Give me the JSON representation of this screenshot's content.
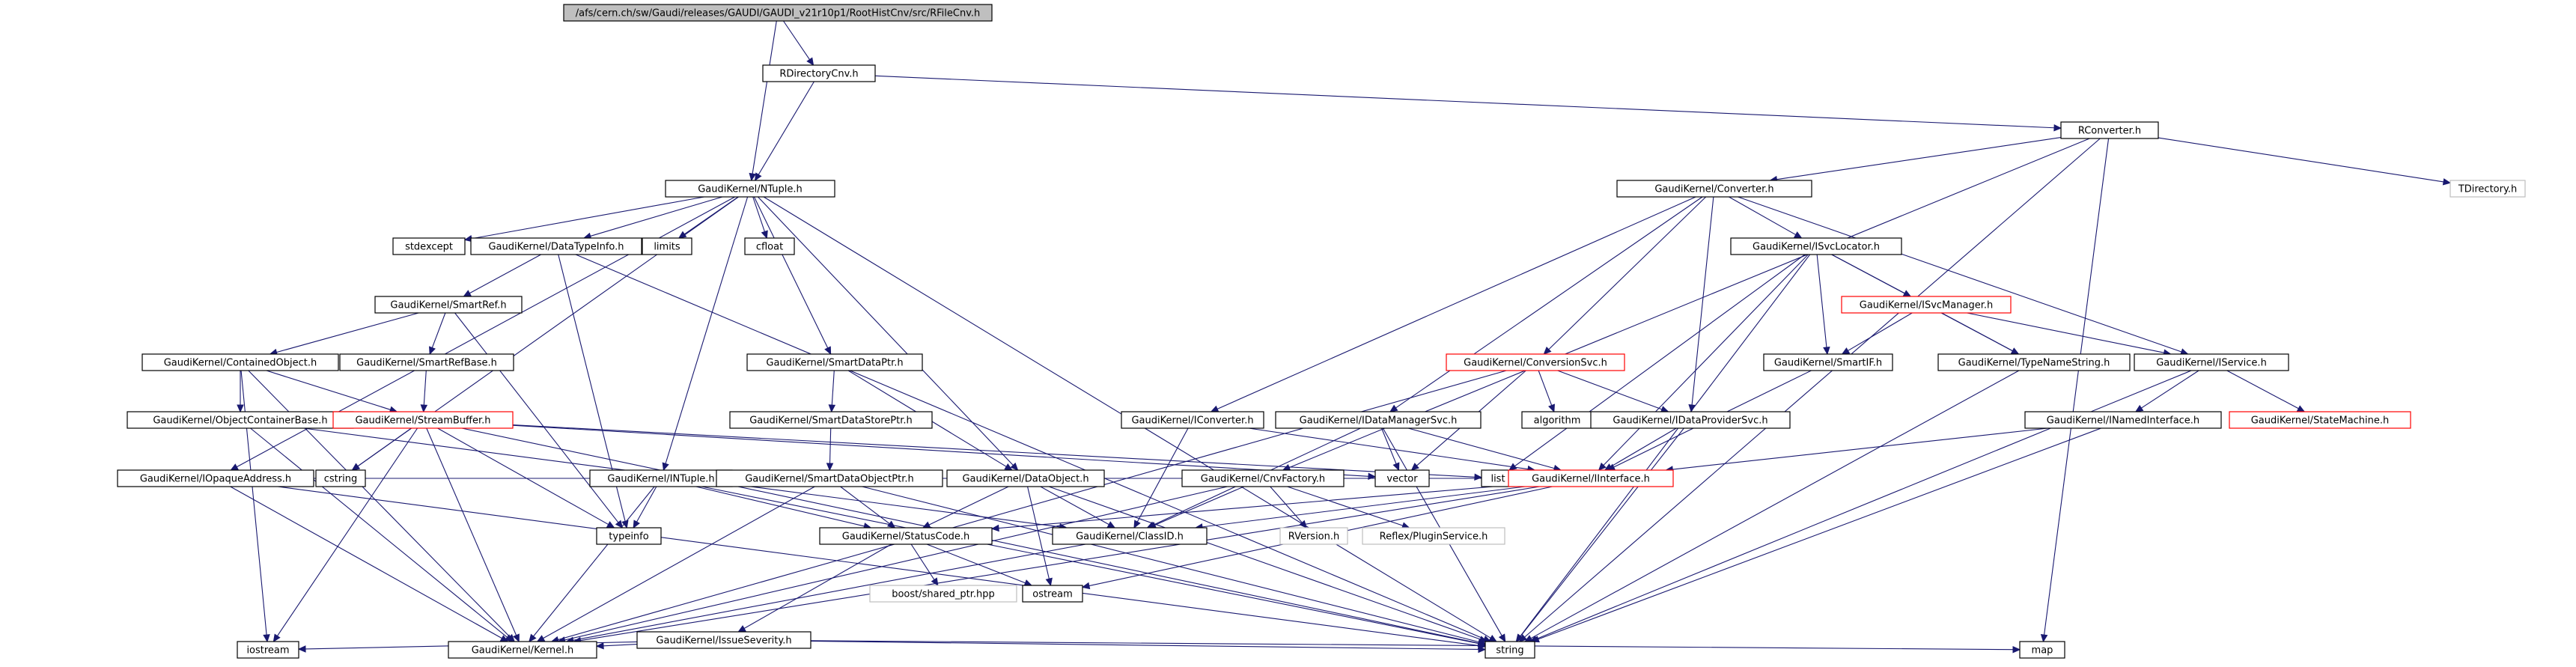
{
  "colors": {
    "edge": "#191970",
    "root_fill": "#bfbfbf",
    "root_border": "#000000",
    "normal_border": "#000000",
    "truncated_border": "#ff0000",
    "external_border": "#bfbfbf",
    "node_fill": "#ffffff"
  },
  "nodes": [
    {
      "id": "root",
      "label": "/afs/cern.ch/sw/Gaudi/releases/GAUDI/GAUDI_v21r10p1/RootHistCnv/src/RFileCnv.h",
      "style": "root"
    },
    {
      "id": "rdircnv",
      "label": "RDirectoryCnv.h",
      "style": "normal"
    },
    {
      "id": "rconv",
      "label": "RConverter.h",
      "style": "normal"
    },
    {
      "id": "tdir",
      "label": "TDirectory.h",
      "style": "external"
    },
    {
      "id": "ntuple",
      "label": "GaudiKernel/NTuple.h",
      "style": "normal"
    },
    {
      "id": "converter",
      "label": "GaudiKernel/Converter.h",
      "style": "normal"
    },
    {
      "id": "stdexcept",
      "label": "stdexcept",
      "style": "normal"
    },
    {
      "id": "datatypeinfo",
      "label": "GaudiKernel/DataTypeInfo.h",
      "style": "normal"
    },
    {
      "id": "limits",
      "label": "limits",
      "style": "normal"
    },
    {
      "id": "cfloat",
      "label": "cfloat",
      "style": "normal"
    },
    {
      "id": "isvclocator",
      "label": "GaudiKernel/ISvcLocator.h",
      "style": "normal"
    },
    {
      "id": "smartref",
      "label": "GaudiKernel/SmartRef.h",
      "style": "normal"
    },
    {
      "id": "isvcmanager",
      "label": "GaudiKernel/ISvcManager.h",
      "style": "truncated"
    },
    {
      "id": "containedobject",
      "label": "GaudiKernel/ContainedObject.h",
      "style": "normal"
    },
    {
      "id": "smartrefbase",
      "label": "GaudiKernel/SmartRefBase.h",
      "style": "normal"
    },
    {
      "id": "smartdataptr",
      "label": "GaudiKernel/SmartDataPtr.h",
      "style": "normal"
    },
    {
      "id": "conversionsvc",
      "label": "GaudiKernel/ConversionSvc.h",
      "style": "truncated"
    },
    {
      "id": "algorithm",
      "label": "algorithm",
      "style": "normal"
    },
    {
      "id": "smartif",
      "label": "GaudiKernel/SmartIF.h",
      "style": "normal"
    },
    {
      "id": "typenamestring",
      "label": "GaudiKernel/TypeNameString.h",
      "style": "normal"
    },
    {
      "id": "iservice",
      "label": "GaudiKernel/IService.h",
      "style": "normal"
    },
    {
      "id": "objcontainerbase",
      "label": "GaudiKernel/ObjectContainerBase.h",
      "style": "normal"
    },
    {
      "id": "streambuffer",
      "label": "GaudiKernel/StreamBuffer.h",
      "style": "truncated"
    },
    {
      "id": "smartdatastoreptr",
      "label": "GaudiKernel/SmartDataStorePtr.h",
      "style": "normal"
    },
    {
      "id": "iconverter",
      "label": "GaudiKernel/IConverter.h",
      "style": "normal"
    },
    {
      "id": "idatamanagersvc",
      "label": "GaudiKernel/IDataManagerSvc.h",
      "style": "normal"
    },
    {
      "id": "idataprovidersvc",
      "label": "GaudiKernel/IDataProviderSvc.h",
      "style": "normal"
    },
    {
      "id": "inamedinterface",
      "label": "GaudiKernel/INamedInterface.h",
      "style": "normal"
    },
    {
      "id": "statemachine",
      "label": "GaudiKernel/StateMachine.h",
      "style": "truncated"
    },
    {
      "id": "iopaqueaddress",
      "label": "GaudiKernel/IOpaqueAddress.h",
      "style": "normal"
    },
    {
      "id": "cstring",
      "label": "cstring",
      "style": "normal"
    },
    {
      "id": "intuple",
      "label": "GaudiKernel/INTuple.h",
      "style": "normal"
    },
    {
      "id": "smartdataobjectptr",
      "label": "GaudiKernel/SmartDataObjectPtr.h",
      "style": "normal"
    },
    {
      "id": "dataobject",
      "label": "GaudiKernel/DataObject.h",
      "style": "normal"
    },
    {
      "id": "cnvfactory",
      "label": "GaudiKernel/CnvFactory.h",
      "style": "normal"
    },
    {
      "id": "vector",
      "label": "vector",
      "style": "normal"
    },
    {
      "id": "list",
      "label": "list",
      "style": "normal"
    },
    {
      "id": "iinterface",
      "label": "GaudiKernel/IInterface.h",
      "style": "truncated"
    },
    {
      "id": "typeinfo",
      "label": "typeinfo",
      "style": "normal"
    },
    {
      "id": "statuscode",
      "label": "GaudiKernel/StatusCode.h",
      "style": "normal"
    },
    {
      "id": "classid",
      "label": "GaudiKernel/ClassID.h",
      "style": "normal"
    },
    {
      "id": "rversion",
      "label": "RVersion.h",
      "style": "external"
    },
    {
      "id": "reflexplugin",
      "label": "Reflex/PluginService.h",
      "style": "external"
    },
    {
      "id": "boostshared",
      "label": "boost/shared_ptr.hpp",
      "style": "external"
    },
    {
      "id": "ostream",
      "label": "ostream",
      "style": "normal"
    },
    {
      "id": "issueseverity",
      "label": "GaudiKernel/IssueSeverity.h",
      "style": "normal"
    },
    {
      "id": "iostream",
      "label": "iostream",
      "style": "normal"
    },
    {
      "id": "kernel",
      "label": "GaudiKernel/Kernel.h",
      "style": "normal"
    },
    {
      "id": "string",
      "label": "string",
      "style": "normal"
    },
    {
      "id": "map",
      "label": "map",
      "style": "normal"
    }
  ],
  "edges": [
    [
      "root",
      "rdircnv"
    ],
    [
      "root",
      "ntuple"
    ],
    [
      "rdircnv",
      "ntuple"
    ],
    [
      "rdircnv",
      "rconv"
    ],
    [
      "rconv",
      "converter"
    ],
    [
      "rconv",
      "tdir"
    ],
    [
      "rconv",
      "cnvfactory"
    ],
    [
      "rconv",
      "string"
    ],
    [
      "rconv",
      "map"
    ],
    [
      "ntuple",
      "stdexcept"
    ],
    [
      "ntuple",
      "datatypeinfo"
    ],
    [
      "ntuple",
      "limits"
    ],
    [
      "ntuple",
      "cfloat"
    ],
    [
      "ntuple",
      "smartdataptr"
    ],
    [
      "ntuple",
      "intuple"
    ],
    [
      "ntuple",
      "dataobject"
    ],
    [
      "ntuple",
      "cstring"
    ],
    [
      "ntuple",
      "string"
    ],
    [
      "ntuple",
      "iopaqueaddress"
    ],
    [
      "datatypeinfo",
      "smartref"
    ],
    [
      "datatypeinfo",
      "string"
    ],
    [
      "datatypeinfo",
      "typeinfo"
    ],
    [
      "smartref",
      "containedobject"
    ],
    [
      "smartref",
      "smartrefbase"
    ],
    [
      "smartref",
      "typeinfo"
    ],
    [
      "containedobject",
      "objcontainerbase"
    ],
    [
      "containedobject",
      "streambuffer"
    ],
    [
      "containedobject",
      "kernel"
    ],
    [
      "containedobject",
      "iostream"
    ],
    [
      "smartrefbase",
      "streambuffer"
    ],
    [
      "objcontainerbase",
      "kernel"
    ],
    [
      "objcontainerbase",
      "classid"
    ],
    [
      "streambuffer",
      "cstring"
    ],
    [
      "streambuffer",
      "iostream"
    ],
    [
      "streambuffer",
      "kernel"
    ],
    [
      "streambuffer",
      "string"
    ],
    [
      "streambuffer",
      "vector"
    ],
    [
      "streambuffer",
      "list"
    ],
    [
      "streambuffer",
      "typeinfo"
    ],
    [
      "smartdataptr",
      "smartdatastoreptr"
    ],
    [
      "smartdataptr",
      "dataobject"
    ],
    [
      "smartdatastoreptr",
      "smartdataobjectptr"
    ],
    [
      "smartdataobjectptr",
      "statuscode"
    ],
    [
      "smartdataobjectptr",
      "kernel"
    ],
    [
      "smartdataobjectptr",
      "string"
    ],
    [
      "intuple",
      "typeinfo"
    ],
    [
      "intuple",
      "statuscode"
    ],
    [
      "intuple",
      "kernel"
    ],
    [
      "intuple",
      "string"
    ],
    [
      "dataobject",
      "statuscode"
    ],
    [
      "dataobject",
      "classid"
    ],
    [
      "dataobject",
      "ostream"
    ],
    [
      "dataobject",
      "string"
    ],
    [
      "iopaqueaddress",
      "kernel"
    ],
    [
      "iopaqueaddress",
      "string"
    ],
    [
      "iopaqueaddress",
      "iinterface"
    ],
    [
      "converter",
      "iconverter"
    ],
    [
      "converter",
      "isvclocator"
    ],
    [
      "converter",
      "conversionsvc"
    ],
    [
      "converter",
      "idatamanagersvc"
    ],
    [
      "converter",
      "idataprovidersvc"
    ],
    [
      "converter",
      "iservice"
    ],
    [
      "isvclocator",
      "isvcmanager"
    ],
    [
      "isvclocator",
      "smartif"
    ],
    [
      "isvclocator",
      "typenamestring"
    ],
    [
      "isvclocator",
      "list"
    ],
    [
      "isvclocator",
      "iinterface"
    ],
    [
      "isvclocator",
      "string"
    ],
    [
      "isvcmanager",
      "smartif"
    ],
    [
      "isvcmanager",
      "typenamestring"
    ],
    [
      "isvcmanager",
      "iservice"
    ],
    [
      "conversionsvc",
      "algorithm"
    ],
    [
      "conversionsvc",
      "idataprovidersvc"
    ],
    [
      "conversionsvc",
      "vector"
    ],
    [
      "conversionsvc",
      "kernel"
    ],
    [
      "smartif",
      "iinterface"
    ],
    [
      "typenamestring",
      "string"
    ],
    [
      "iservice",
      "inamedinterface"
    ],
    [
      "iservice",
      "statemachine"
    ],
    [
      "iservice",
      "string"
    ],
    [
      "inamedinterface",
      "iinterface"
    ],
    [
      "inamedinterface",
      "string"
    ],
    [
      "iconverter",
      "classid"
    ],
    [
      "iconverter",
      "iinterface"
    ],
    [
      "idatamanagersvc",
      "vector"
    ],
    [
      "idatamanagersvc",
      "iinterface"
    ],
    [
      "idatamanagersvc",
      "classid"
    ],
    [
      "idatamanagersvc",
      "string"
    ],
    [
      "idataprovidersvc",
      "iinterface"
    ],
    [
      "idataprovidersvc",
      "string"
    ],
    [
      "cnvfactory",
      "rversion"
    ],
    [
      "cnvfactory",
      "reflexplugin"
    ],
    [
      "cnvfactory",
      "classid"
    ],
    [
      "cnvfactory",
      "kernel"
    ],
    [
      "iinterface",
      "statuscode"
    ],
    [
      "iinterface",
      "classid"
    ],
    [
      "iinterface",
      "ostream"
    ],
    [
      "iinterface",
      "kernel"
    ],
    [
      "statuscode",
      "boostshared"
    ],
    [
      "statuscode",
      "ostream"
    ],
    [
      "statuscode",
      "issueseverity"
    ],
    [
      "issueseverity",
      "kernel"
    ],
    [
      "issueseverity",
      "string"
    ],
    [
      "issueseverity",
      "map"
    ],
    [
      "issueseverity",
      "iostream"
    ],
    [
      "classid",
      "kernel"
    ]
  ]
}
